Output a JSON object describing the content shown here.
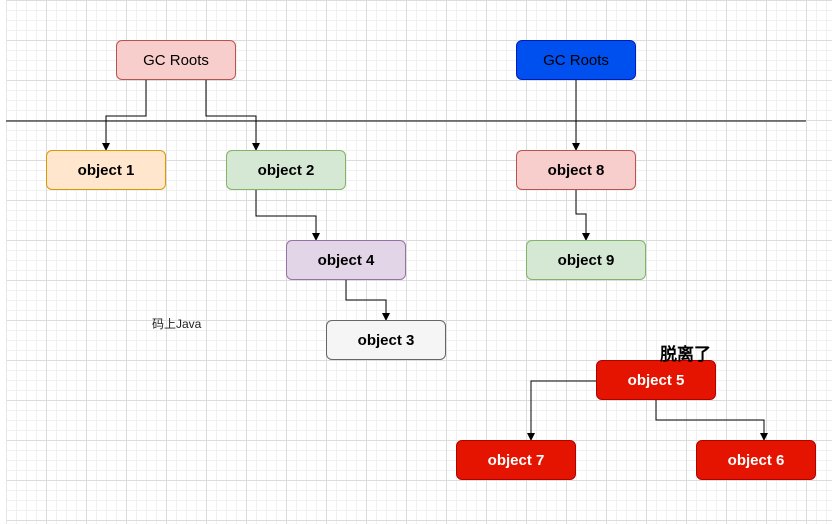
{
  "nodes": {
    "gc_roots_left": {
      "label": "GC Roots"
    },
    "gc_roots_right": {
      "label": "GC Roots"
    },
    "object_1": {
      "label": "object 1"
    },
    "object_2": {
      "label": "object 2"
    },
    "object_4": {
      "label": "object 4"
    },
    "object_3": {
      "label": "object 3"
    },
    "object_8": {
      "label": "object 8"
    },
    "object_9": {
      "label": "object 9"
    },
    "object_5": {
      "label": "object 5"
    },
    "object_7": {
      "label": "object 7"
    },
    "object_6": {
      "label": "object 6"
    }
  },
  "annotations": {
    "watermark": "码上Java",
    "detached_label": "脱离了"
  },
  "colors": {
    "pink_fill": "#f8cecc",
    "pink_stroke": "#b85450",
    "blue_fill": "#0050ef",
    "orange_fill": "#ffe6cc",
    "orange_stroke": "#d79b00",
    "green_fill": "#d5e8d4",
    "green_stroke": "#82b366",
    "purple_fill": "#e1d5e7",
    "purple_stroke": "#9673a6",
    "gray_fill": "#f5f5f5",
    "gray_stroke": "#666666",
    "red_fill": "#e51400",
    "red_stroke": "#b20000"
  }
}
